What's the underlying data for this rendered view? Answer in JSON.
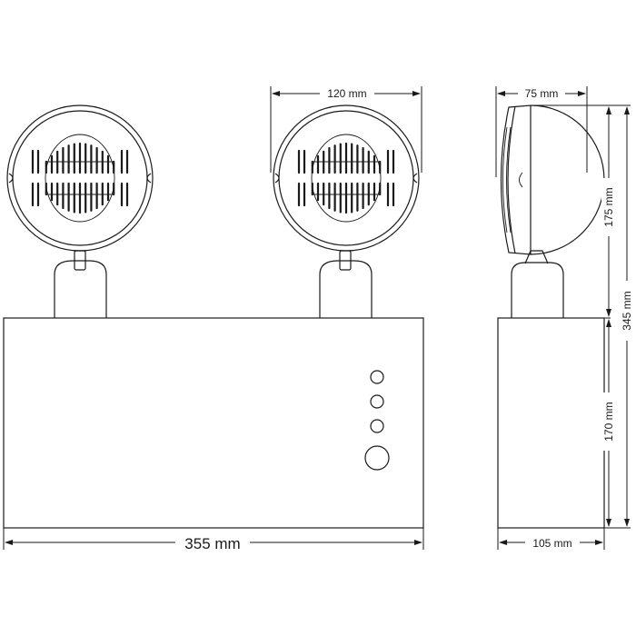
{
  "dimensions": {
    "head_diameter": "120 mm",
    "head_depth": "75 mm",
    "head_height": "175 mm",
    "overall_height": "345 mm",
    "body_height": "170 mm",
    "body_width": "355 mm",
    "body_depth": "105 mm"
  },
  "colors": {
    "line": "#1a1a1a",
    "background": "#ffffff"
  }
}
